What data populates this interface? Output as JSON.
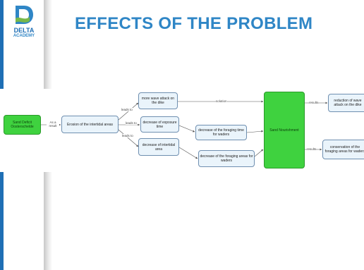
{
  "slide": {
    "title": "EFFECTS OF THE PROBLEM",
    "logo": {
      "line1": "DELTA",
      "line2": "ACADEMY",
      "icon": "delta-academy-logo-icon"
    }
  },
  "colors": {
    "title": "#2f86c6",
    "accent_bar": "#1f6fb5",
    "node_fill": "#eaf4fb",
    "node_border": "#6f8fb0",
    "green_node": "#3fd23f",
    "arrow": "#555555"
  },
  "diagram": {
    "nodes": {
      "sand_deficit": "Sand Deficit Oosterschelde",
      "erosion": "Erosion of the intertidal areas",
      "wave_attack": "more wave attack on the dike",
      "exposure": "decrease of exposure time",
      "intertidal": "decrease of intertidal area",
      "foraging_time": "decrease of the foraging time for waders",
      "foraging_areas": "decrease of the foraging areas for waders",
      "nourishment": "Sand Nourishment",
      "reduction": "reduction of wave attack on the dike",
      "conservation": "conservation of the foraging areas for waders"
    },
    "edge_labels": {
      "as_a_result": "As a result",
      "leads_to_1": "leads to",
      "leads_to_2": "leads to",
      "leads_to_3": "leads to",
      "solution": "solution",
      "results_1": "results",
      "results_2": "results"
    }
  }
}
